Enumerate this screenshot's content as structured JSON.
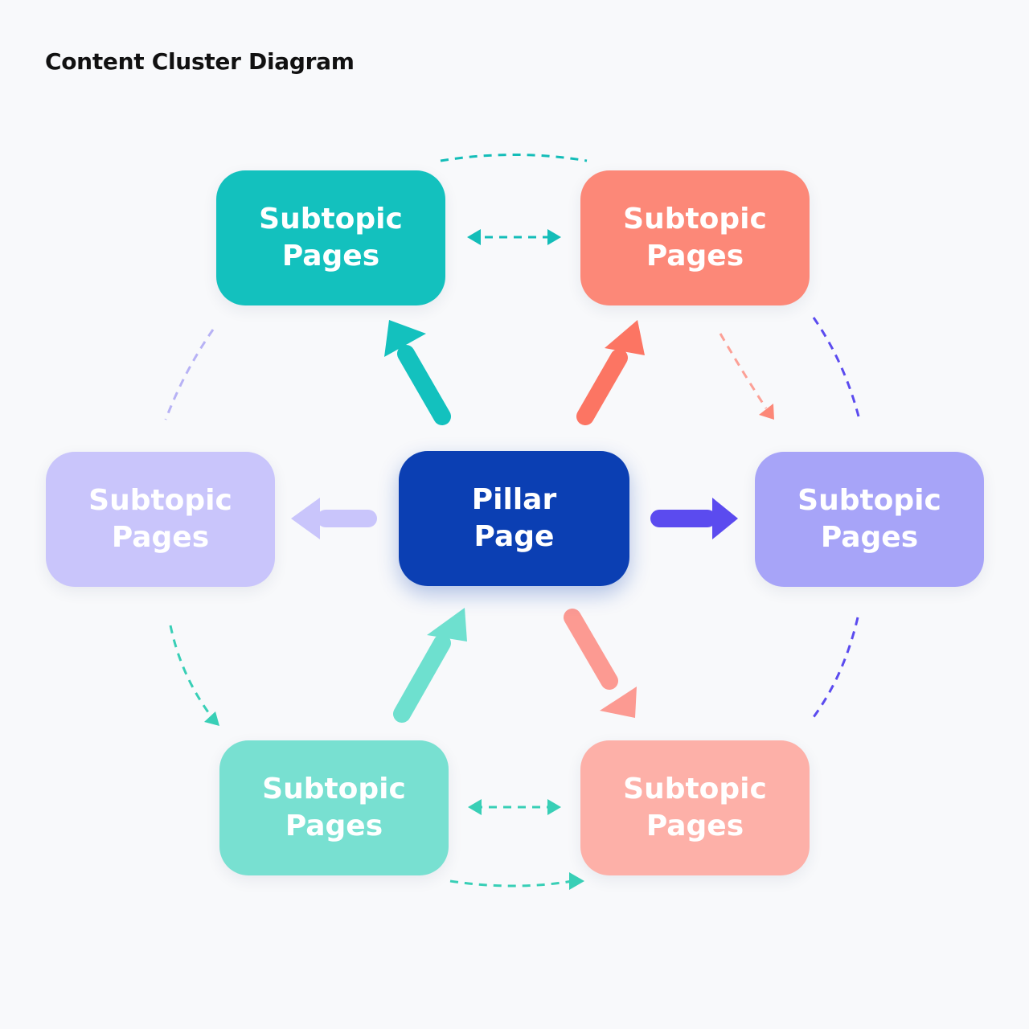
{
  "title": "Content Cluster Diagram",
  "nodes": {
    "pillar": {
      "label": "Pillar\nPage",
      "color": "#0b3fb3"
    },
    "top_left": {
      "label": "Subtopic\nPages",
      "color": "#13c1be"
    },
    "top_right": {
      "label": "Subtopic\nPages",
      "color": "#fc8878"
    },
    "mid_left": {
      "label": "Subtopic\nPages",
      "color": "#c9c5fb"
    },
    "mid_right": {
      "label": "Subtopic\nPages",
      "color": "#a7a4f8"
    },
    "bottom_left": {
      "label": "Subtopic\nPages",
      "color": "#78e0d1"
    },
    "bottom_right": {
      "label": "Subtopic\nPages",
      "color": "#fdb0a8"
    }
  },
  "connections": [
    {
      "from": "pillar",
      "to": "top_left",
      "style": "solid",
      "color": "#13c1be"
    },
    {
      "from": "pillar",
      "to": "top_right",
      "style": "solid",
      "color": "#fc7563"
    },
    {
      "from": "pillar",
      "to": "mid_left",
      "style": "solid",
      "color": "#c9c5fb"
    },
    {
      "from": "pillar",
      "to": "mid_right",
      "style": "solid",
      "color": "#5b4bef"
    },
    {
      "from": "bottom_left",
      "to": "pillar",
      "style": "solid",
      "color": "#6ee0cf"
    },
    {
      "from": "pillar",
      "to": "bottom_right",
      "style": "solid",
      "color": "#fc9a92"
    },
    {
      "from": "top_left",
      "to": "top_right",
      "style": "dashed",
      "direction": "both",
      "color": "#13bdb8"
    },
    {
      "from": "bottom_left",
      "to": "bottom_right",
      "style": "dashed",
      "direction": "both",
      "color": "#38cfb6"
    },
    {
      "from": "top_right",
      "to": "mid_right",
      "style": "dashed",
      "color": "#fc8878"
    },
    {
      "from": "mid_left",
      "to": "bottom_left",
      "style": "dashed",
      "color": "#38cfb6"
    },
    {
      "from": "bottom_left",
      "to": "bottom_right",
      "style": "dashed",
      "color": "#38cfb6"
    }
  ]
}
